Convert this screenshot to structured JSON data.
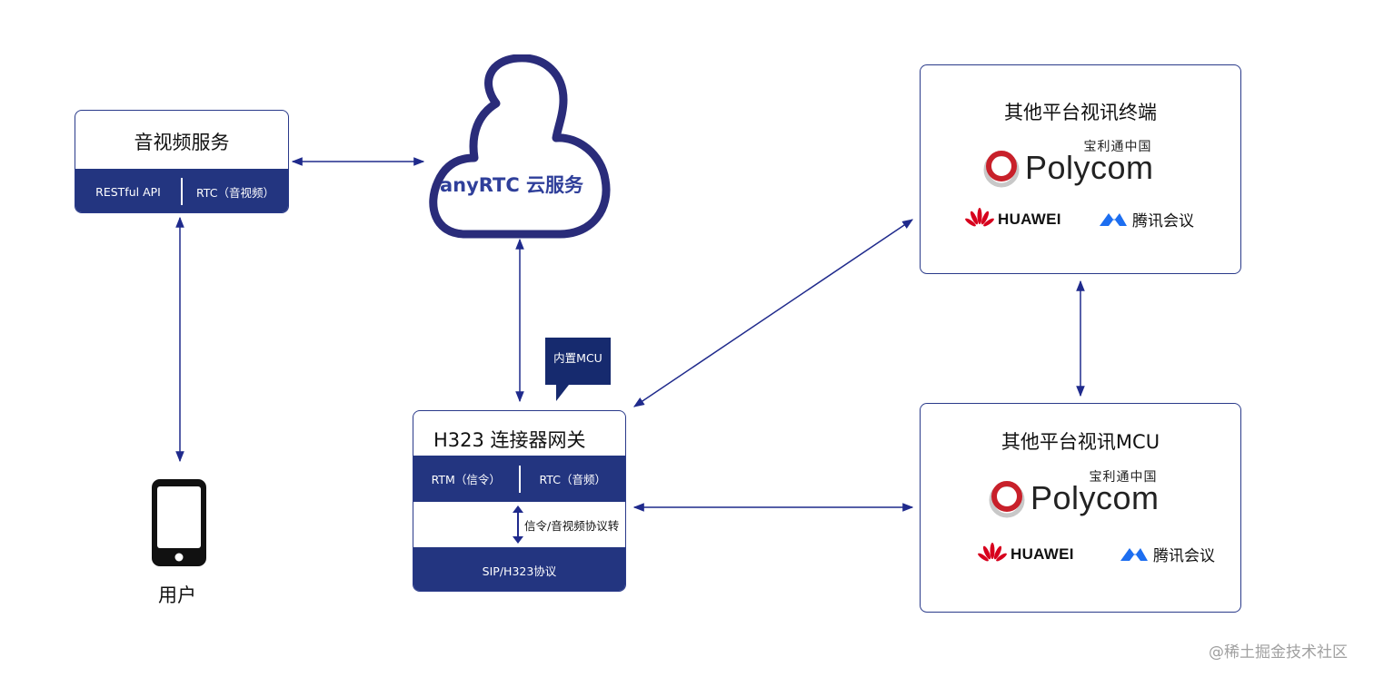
{
  "av_service": {
    "title": "音视频服务",
    "left_label": "RESTful API",
    "right_label": "RTC（音视频）"
  },
  "cloud": {
    "label": "anyRTC 云服务"
  },
  "callout": {
    "label": "内置MCU"
  },
  "gateway": {
    "title": "H323 连接器网关",
    "rtm_label": "RTM（信令）",
    "rtc_label": "RTC（音频）",
    "convert_label": "信令/音视频协议转",
    "protocol_label": "SIP/H323协议"
  },
  "terminals": {
    "title": "其他平台视讯终端",
    "polycom_cn": "宝利通中国",
    "polycom_name": "Polycom",
    "huawei": "HUAWEI",
    "tencent": "腾讯会议"
  },
  "mcu": {
    "title": "其他平台视讯MCU",
    "polycom_cn": "宝利通中国",
    "polycom_name": "Polycom",
    "huawei": "HUAWEI",
    "tencent": "腾讯会议"
  },
  "user": {
    "label": "用户"
  },
  "watermark": "@稀土掘金技术社区",
  "colors": {
    "navy": "#233580",
    "arrow": "#1f2a8c",
    "cloud_outline": "#2a2c7a",
    "polycom_red": "#c8202a",
    "huawei_red": "#d7001d",
    "tencent_blue": "#1d6ef0"
  }
}
